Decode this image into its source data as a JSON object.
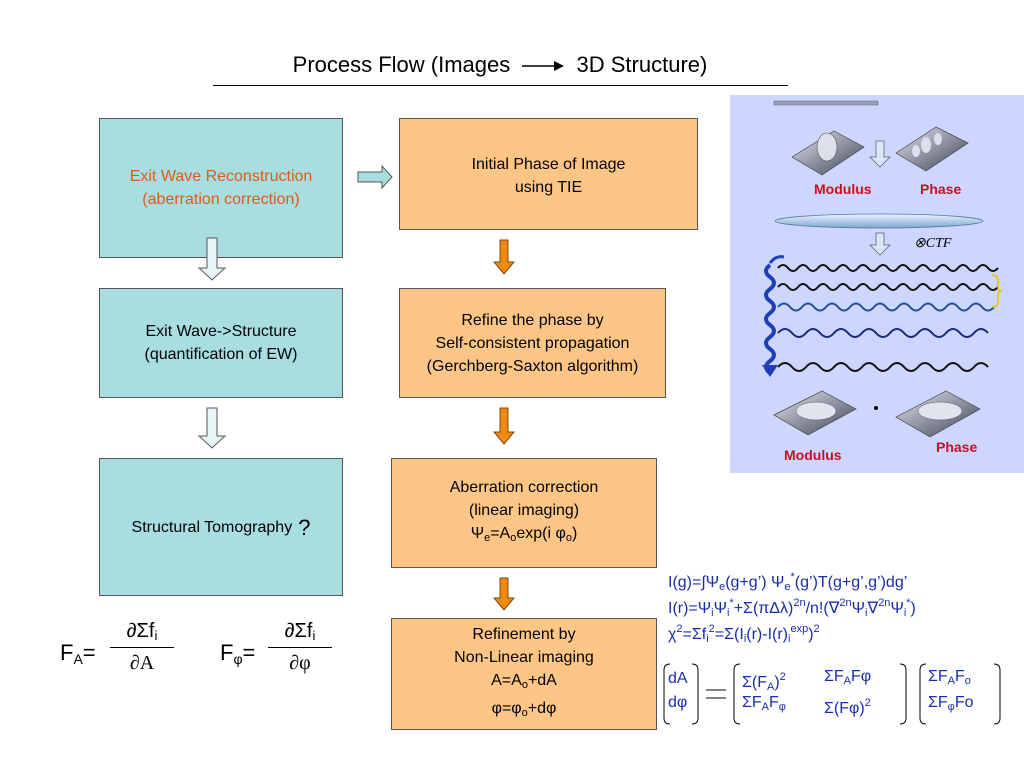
{
  "title": {
    "left": "Process Flow (Images",
    "right": "3D Structure)"
  },
  "left_column": {
    "box1": {
      "line1": "Exit Wave Reconstruction",
      "line2": "(aberration correction)"
    },
    "box2": {
      "line1": "Exit Wave->Structure",
      "line2": "(quantification of EW)"
    },
    "box3": {
      "text": "Structural Tomography",
      "mark": "?"
    }
  },
  "right_column": {
    "box1": {
      "line1": "Initial Phase of Image",
      "line2": "using TIE"
    },
    "box2": {
      "line1": "Refine the phase by",
      "line2": "Self-consistent propagation",
      "line3": "(Gerchberg-Saxton algorithm)"
    },
    "box3": {
      "line1": "Aberration correction",
      "line2": "(linear imaging)"
    },
    "box4": {
      "line1": "Refinement by",
      "line2": "Non-Linear imaging"
    }
  },
  "panel": {
    "modulus_top": "Modulus",
    "phase_top": "Phase",
    "ctf": "CTF",
    "modulus_bottom": "Modulus",
    "phase_bottom": "Phase"
  },
  "colors": {
    "cyan_box": "#a8dde2",
    "orange_box": "#fdc686",
    "orange_text": "#e05a12",
    "equation_blue": "#1a2ea8",
    "panel_bg": "#ccd6ff",
    "panel_label": "#c8101c"
  }
}
